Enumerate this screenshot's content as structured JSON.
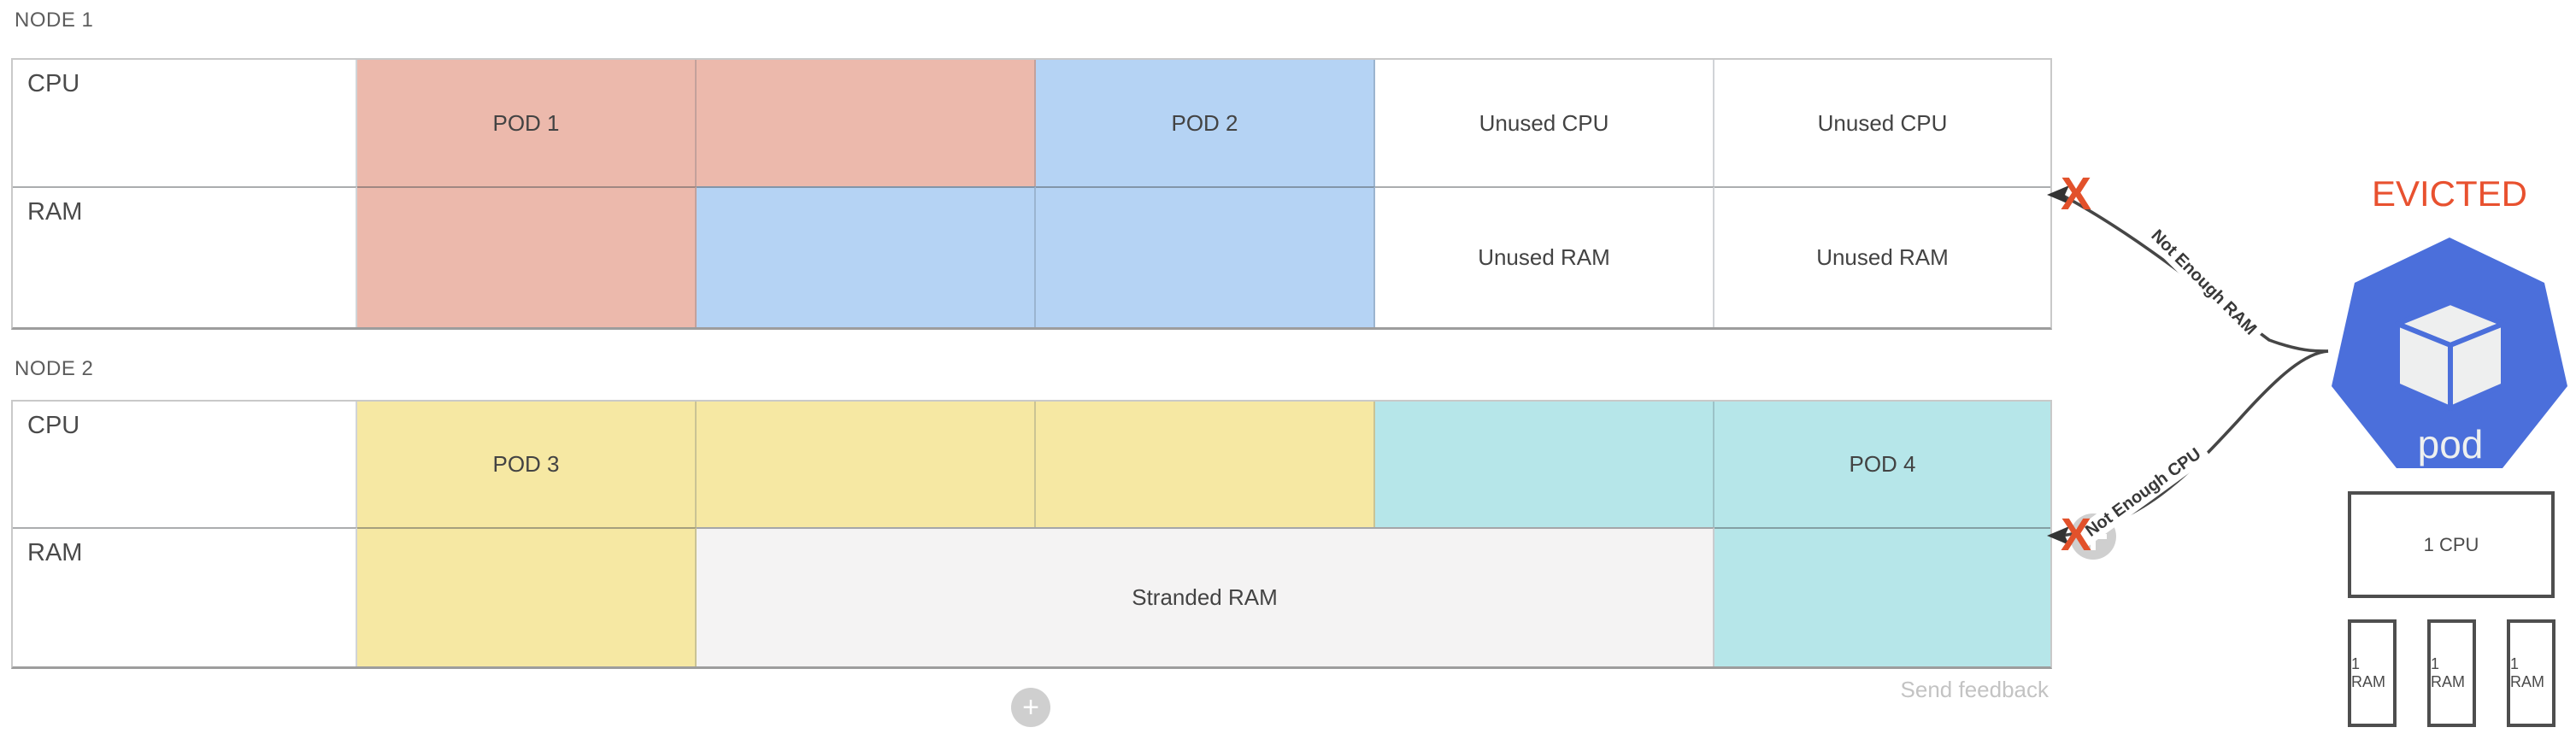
{
  "nodes": [
    {
      "label": "NODE 1",
      "row_labels": [
        "CPU",
        "RAM"
      ],
      "cpu_cells": [
        "POD 1",
        "",
        "POD 2",
        "Unused CPU",
        "Unused CPU"
      ],
      "ram_cells": [
        "",
        "",
        "",
        "Unused RAM",
        "Unused RAM"
      ]
    },
    {
      "label": "NODE 2",
      "row_labels": [
        "CPU",
        "RAM"
      ],
      "cpu_cells": [
        "POD 3",
        "",
        "",
        "",
        "POD 4"
      ],
      "ram_cells": [
        "",
        "Stranded RAM",
        ""
      ]
    }
  ],
  "evicted_pod": {
    "status": "EVICTED",
    "label": "pod",
    "requests": {
      "cpu": "1 CPU",
      "ram": [
        "1 RAM",
        "1 RAM",
        "1 RAM"
      ]
    }
  },
  "annotations": [
    {
      "text": "Not Enough RAM",
      "mark": "X"
    },
    {
      "text": "Not Enough CPU",
      "mark": "X"
    }
  ],
  "footer": {
    "send_feedback": "Send feedback",
    "add_button_label": "+"
  },
  "colors": {
    "pod1_salmon": "#ecb9ac",
    "pod2_blue": "#b5d3f4",
    "pod3_yellow": "#f6e8a3",
    "pod4_teal": "#b6e6e9",
    "stranded_gray": "#f4f3f3",
    "unused_white": "#ffffff",
    "evicted_orange": "#e8512f",
    "x_mark_orange": "#e2512b",
    "pod_icon_blue": "#4b6fdb",
    "curve_dark_gray": "#464646"
  }
}
